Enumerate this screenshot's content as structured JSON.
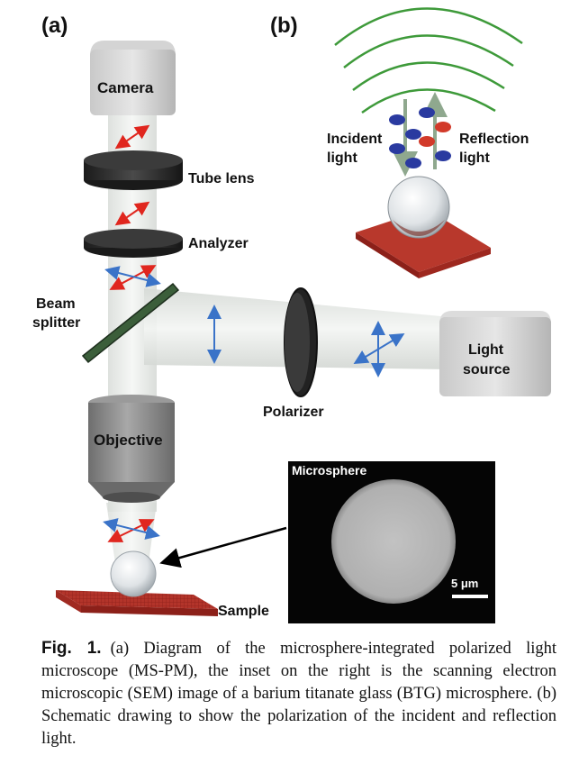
{
  "panel_labels": {
    "a": "(a)",
    "b": "(b)"
  },
  "components": {
    "camera": "Camera",
    "tube_lens": "Tube lens",
    "analyzer": "Analyzer",
    "beam_splitter_line1": "Beam",
    "beam_splitter_line2": "splitter",
    "polarizer": "Polarizer",
    "light_source_line1": "Light",
    "light_source_line2": "source",
    "objective": "Objective",
    "sample": "Sample"
  },
  "inset": {
    "title": "Microsphere",
    "scale_bar": "5 μm"
  },
  "panel_b": {
    "incident_line1": "Incident",
    "incident_line2": "light",
    "reflection_line1": "Reflection",
    "reflection_line2": "light"
  },
  "caption": {
    "label": "Fig. 1.",
    "text": "(a) Diagram of the microsphere-integrated polarized light microscope (MS-PM), the inset on the right is the scanning electron microscopic (SEM) image of a barium titanate glass (BTG) microsphere. (b) Schematic drawing to show the polarization of the incident and reflection light."
  },
  "colors": {
    "arrow_red": "#e0261e",
    "arrow_blue": "#3a73c8",
    "wave_green": "#3e9a3a",
    "sample_red": "#b3342a",
    "lens_dark": "#2a2a2a",
    "body_gray": "#8a8a8a"
  }
}
